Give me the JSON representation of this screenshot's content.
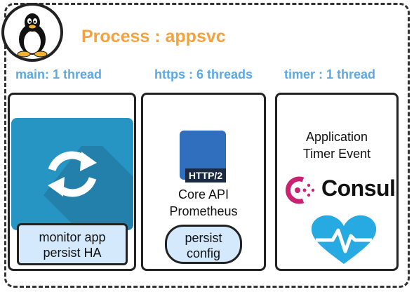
{
  "process": {
    "title": "Process : appsvc"
  },
  "threads": [
    {
      "label": "main: 1 thread"
    },
    {
      "label": "https : 6 threads"
    },
    {
      "label": "timer : 1 thread"
    }
  ],
  "main_panel": {
    "pill_line1": "monitor app",
    "pill_line2": "persist HA"
  },
  "https_panel": {
    "icon_text": "HTTP/2",
    "line1": "Core API",
    "line2": "Prometheus",
    "pill_line1": "persist",
    "pill_line2": "config"
  },
  "timer_panel": {
    "line1": "Application",
    "line2": "Timer Event",
    "consul_text": "Consul"
  },
  "colors": {
    "title": "#f5a23c",
    "thread_label": "#5aa9e6",
    "pill_fill": "#d4e9fb",
    "sync_tile": "#2795c4",
    "http_icon": "#2f6fbd",
    "consul_mark": "#ca2171",
    "heart": "#27a9e1"
  },
  "icons": [
    "linux-tux-icon",
    "sync-arrows-icon",
    "http2-icon",
    "consul-logo-icon",
    "heartbeat-icon"
  ]
}
